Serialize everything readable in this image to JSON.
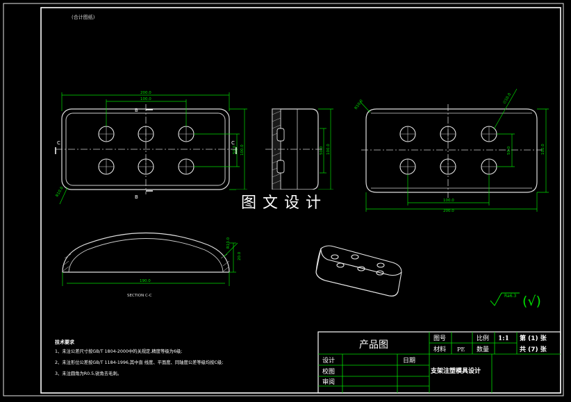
{
  "stamp_label": "(合计图纸)",
  "banner": "图 文 设 计",
  "dimensions": {
    "front_width_total": "200.0",
    "front_width_holes": "100.0",
    "front_height_inner": "50.0",
    "front_height_total": "100.0",
    "front_corner_radius": "R10.0",
    "side_height": "50.0",
    "side_height_total": "100.0",
    "right_width_holes": "100.0",
    "right_width_total": "200.0",
    "right_corner_radius": "R10.0",
    "right_hole_dia": "∅10.0",
    "right_height_inner": "50.0",
    "right_height_total": "100.0",
    "section_width": "190.0",
    "section_fillet": "R10.0",
    "section_height": "20.0"
  },
  "section_markers": {
    "b": "B",
    "c": "C"
  },
  "section_title": "SECTION C-C",
  "roughness": {
    "value": "Ra6.3",
    "general": "(√)"
  },
  "tech_requirements": {
    "title": "技术要求",
    "items": [
      "1、未注公差尺寸按GB/T 1804-2000中的关规定,精度等级为6级;",
      "2、未注形位公差按GB/T 1184-1996,其中直 线度、平面度、同轴度公差等级均按C级;",
      "3、未注圆角为R0.5,锐角去毛刺。"
    ]
  },
  "title_block": {
    "product_label": "产品图",
    "drawing_no_label": "图号",
    "material_label": "材料",
    "material_value": "PE",
    "scale_label": "比例",
    "scale_value": "1:1",
    "quantity_label": "数量",
    "sheet_label": "第 (1) 张",
    "total_label": "共 (7) 张",
    "design_label": "设计",
    "check_label": "校图",
    "review_label": "审阅",
    "date_label": "日期",
    "project_title": "支架注塑模具设计"
  }
}
